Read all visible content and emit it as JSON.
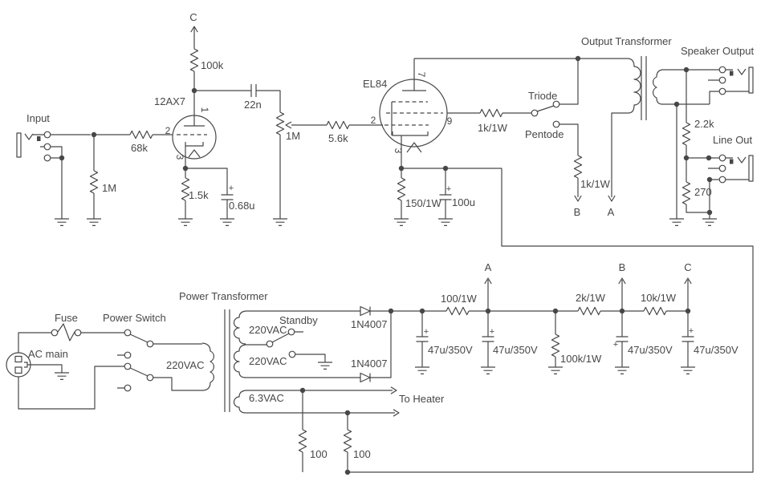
{
  "colors": {
    "line": "#474747",
    "background": "#ffffff"
  },
  "symbols": {
    "plus": "+"
  },
  "input_stage": {
    "jack_label": "Input",
    "grid_stopper": "68k",
    "grid_leak": "1M",
    "tube": "12AX7",
    "pin_plate": "1",
    "pin_grid": "2",
    "pin_cathode": "3",
    "plate_resistor": "100k",
    "supply_node": "C",
    "coupling_cap": "22n",
    "volume_pot": "1M",
    "cathode_resistor": "1.5k",
    "cathode_cap": "0.68u"
  },
  "power_stage": {
    "grid_stopper": "5.6k",
    "tube": "EL84",
    "pin_grid": "2",
    "pin_plate": "7",
    "pin_screen": "9",
    "pin_cathode": "3",
    "cathode_resistor": "150/1W",
    "cathode_cap": "100u",
    "screen_resistor": "1k/1W",
    "mode_triode": "Triode",
    "mode_pentode": "Pentode",
    "pentode_feed_resistor": "1k/1W",
    "feed_node_b": "B",
    "feed_node_a": "A"
  },
  "output_section": {
    "transformer_label": "Output Transformer",
    "speaker_label": "Speaker Output",
    "divider_resistor": "2.2k",
    "line_out_label": "Line Out",
    "shunt_resistor": "270"
  },
  "power_supply": {
    "transformer_label": "Power Transformer",
    "fuse_label": "Fuse",
    "switch_label": "Power Switch",
    "ac_main_label": "AC main",
    "primary_winding": "220VAC",
    "standby_label": "Standby",
    "hv_winding_1": "220VAC",
    "hv_winding_2": "220VAC",
    "heater_winding": "6.3VAC",
    "diode_1": "1N4007",
    "diode_2": "1N4007",
    "to_heater_label": "To Heater",
    "humdinger_r1": "100",
    "humdinger_r2": "100",
    "filter_r1": "100/1W",
    "filter_r2": "2k/1W",
    "filter_r3": "10k/1W",
    "bleeder": "100k/1W",
    "cap_1": "47u/350V",
    "cap_2": "47u/350V",
    "cap_3": "47u/350V",
    "cap_4": "47u/350V",
    "node_a": "A",
    "node_b": "B",
    "node_c": "C"
  }
}
